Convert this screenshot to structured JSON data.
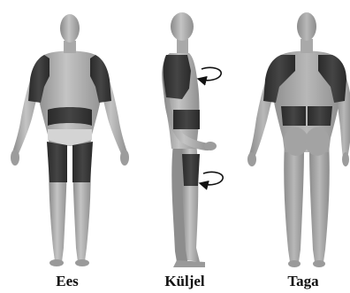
{
  "views": [
    {
      "id": "front",
      "label": "Ees"
    },
    {
      "id": "side",
      "label": "Küljel"
    },
    {
      "id": "back",
      "label": "Taga"
    }
  ],
  "colors": {
    "skin": "#a6a6a6",
    "skin_light": "#c9c9c9",
    "skin_dark": "#7e7e7e",
    "garment": "#3a3a3a",
    "garment_edge": "#222222",
    "arrow": "#111111"
  }
}
